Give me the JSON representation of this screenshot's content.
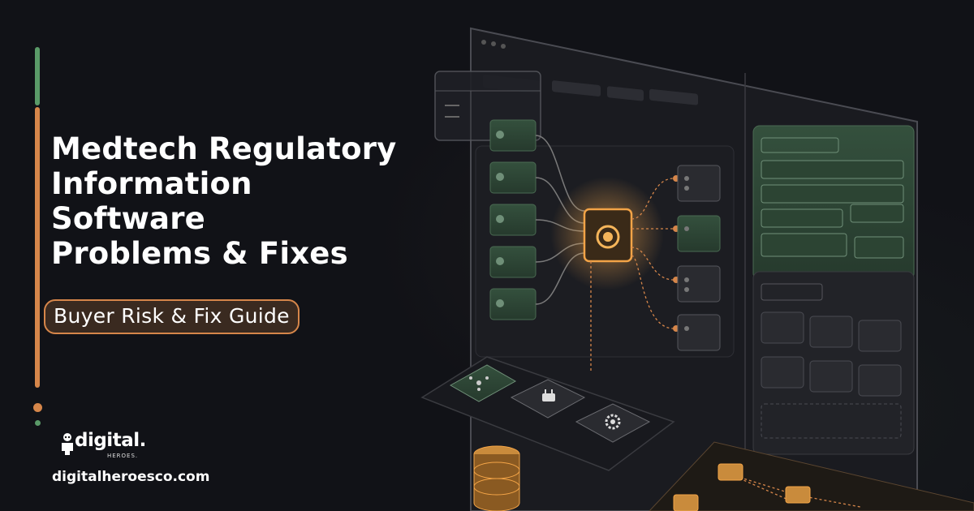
{
  "headline": {
    "lines": [
      "Medtech Regulatory",
      "Information",
      "Software",
      "Problems & Fixes"
    ]
  },
  "subtitle": "Buyer Risk & Fix Guide",
  "brand": {
    "logo_word": "digital.",
    "logo_sub": "HEROES.",
    "url": "digitalheroesco.com"
  },
  "colors": {
    "background": "#111217",
    "accent_orange": "#d6864a",
    "accent_green": "#5a9a68",
    "panel_green": "#2f4636"
  },
  "icons": [
    "share-nodes-icon",
    "plug-icon",
    "gear-icon",
    "database-icon",
    "chip-icon"
  ]
}
